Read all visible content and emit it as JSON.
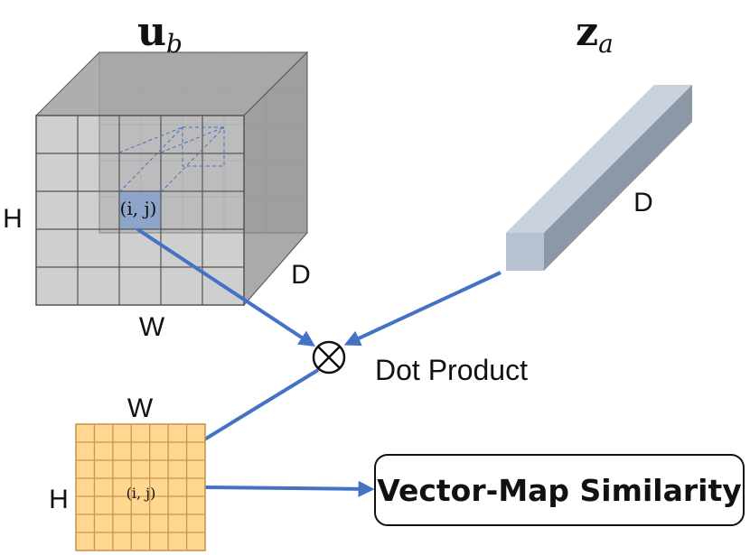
{
  "diagram": {
    "cube": {
      "title_main": "u",
      "title_sub": "b",
      "label_h": "H",
      "label_w": "W",
      "label_d": "D",
      "cell_label": "(i, j)",
      "rows": 5,
      "cols": 5,
      "highlight_row": 2,
      "highlight_col": 2
    },
    "vector": {
      "title_main": "z",
      "title_sub": "a",
      "label_d": "D"
    },
    "operator": {
      "symbol": "⊗",
      "label": "Dot Product"
    },
    "map": {
      "label_w": "W",
      "label_h": "H",
      "cell_label": "(i, j)",
      "rows": 7,
      "cols": 7
    },
    "output": {
      "label": "Vector-Map Similarity"
    },
    "colors": {
      "cube_front": "#A9A9A9",
      "cube_top": "#9C9C9C",
      "cube_side": "#8C8C8C",
      "cube_back": "#D4D4D4",
      "highlight": "#8EA4C8",
      "vector_front": "#B7C2D0",
      "vector_top": "#C8D1DC",
      "vector_side": "#8D98A6",
      "map_fill": "#FFD791",
      "map_grid": "#D0A050",
      "arrow": "#4472C4"
    }
  }
}
